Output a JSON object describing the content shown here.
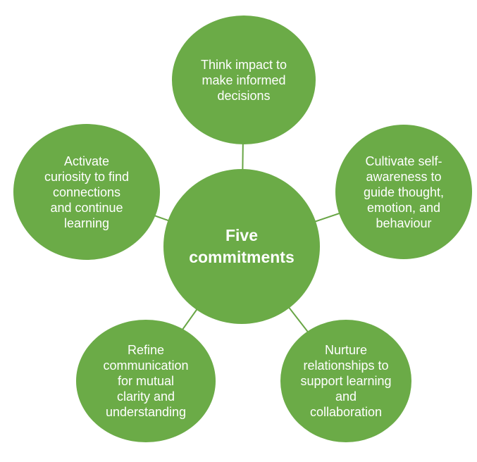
{
  "diagram": {
    "title": "Five commitments",
    "center": {
      "label": "Five commitments"
    },
    "nodes": [
      {
        "id": "top",
        "label": "Think impact to make informed decisions"
      },
      {
        "id": "right",
        "label": "Cultivate self-awareness to guide thought, emotion, and behaviour"
      },
      {
        "id": "left",
        "label": "Activate curiosity to find connections and continue learning"
      },
      {
        "id": "bottom-left",
        "label": "Refine communication for mutual clarity and understanding"
      },
      {
        "id": "bottom-right",
        "label": "Nurture relationships to support learning and collaboration"
      }
    ],
    "colors": {
      "circle_fill": "#6BAB47",
      "connector": "#68A545",
      "text": "#FFFFFF",
      "background": "#FFFFFF"
    }
  }
}
